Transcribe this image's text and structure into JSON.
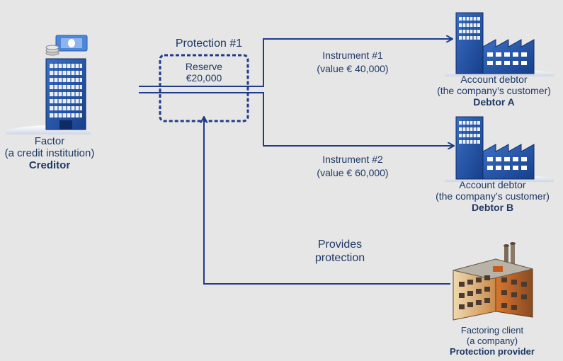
{
  "protection": {
    "title": "Protection #1",
    "reserve_label": "Reserve",
    "reserve_amount": "€20,000"
  },
  "creditor": {
    "line1": "Factor",
    "line2": "(a credit institution)",
    "role": "Creditor"
  },
  "instrument1": {
    "name": "Instrument #1",
    "value": "(value € 40,000)"
  },
  "instrument2": {
    "name": "Instrument #2",
    "value": "(value € 60,000)"
  },
  "debtorA": {
    "line1": "Account debtor",
    "line2": "(the company’s customer)",
    "role": "Debtor A"
  },
  "debtorB": {
    "line1": "Account debtor",
    "line2": "(the company’s customer)",
    "role": "Debtor B"
  },
  "provider": {
    "arrow_label_1": "Provides",
    "arrow_label_2": "protection",
    "line1": "Factoring client",
    "line2": "(a company)",
    "role": "Protection provider"
  },
  "colors": {
    "background": "#e6e6e6",
    "arrow": "#1f3c88",
    "text": "#1f3864",
    "building": "#1f4fa0"
  },
  "icons": [
    "bank-tower-icon",
    "money-stack-icon",
    "factory-icon",
    "industrial-building-icon"
  ]
}
